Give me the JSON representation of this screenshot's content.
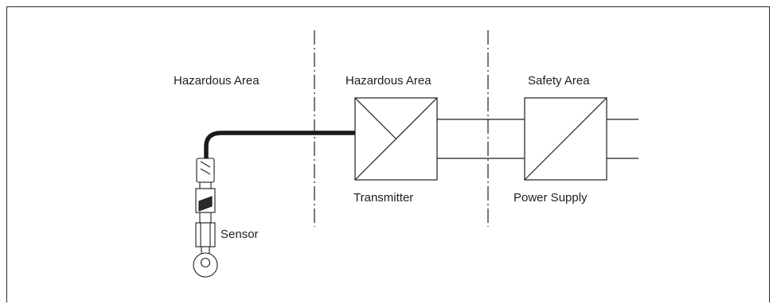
{
  "zones": [
    {
      "label": "Hazardous Area"
    },
    {
      "label": "Hazardous Area"
    },
    {
      "label": "Safety Area"
    }
  ],
  "components": {
    "transmitter": {
      "label": "Transmitter"
    },
    "power_supply": {
      "label": "Power Supply"
    },
    "sensor": {
      "label": "Sensor"
    }
  },
  "colors": {
    "line": "#1e1e1e",
    "cable": "#1a1a1a",
    "background": "#ffffff"
  }
}
